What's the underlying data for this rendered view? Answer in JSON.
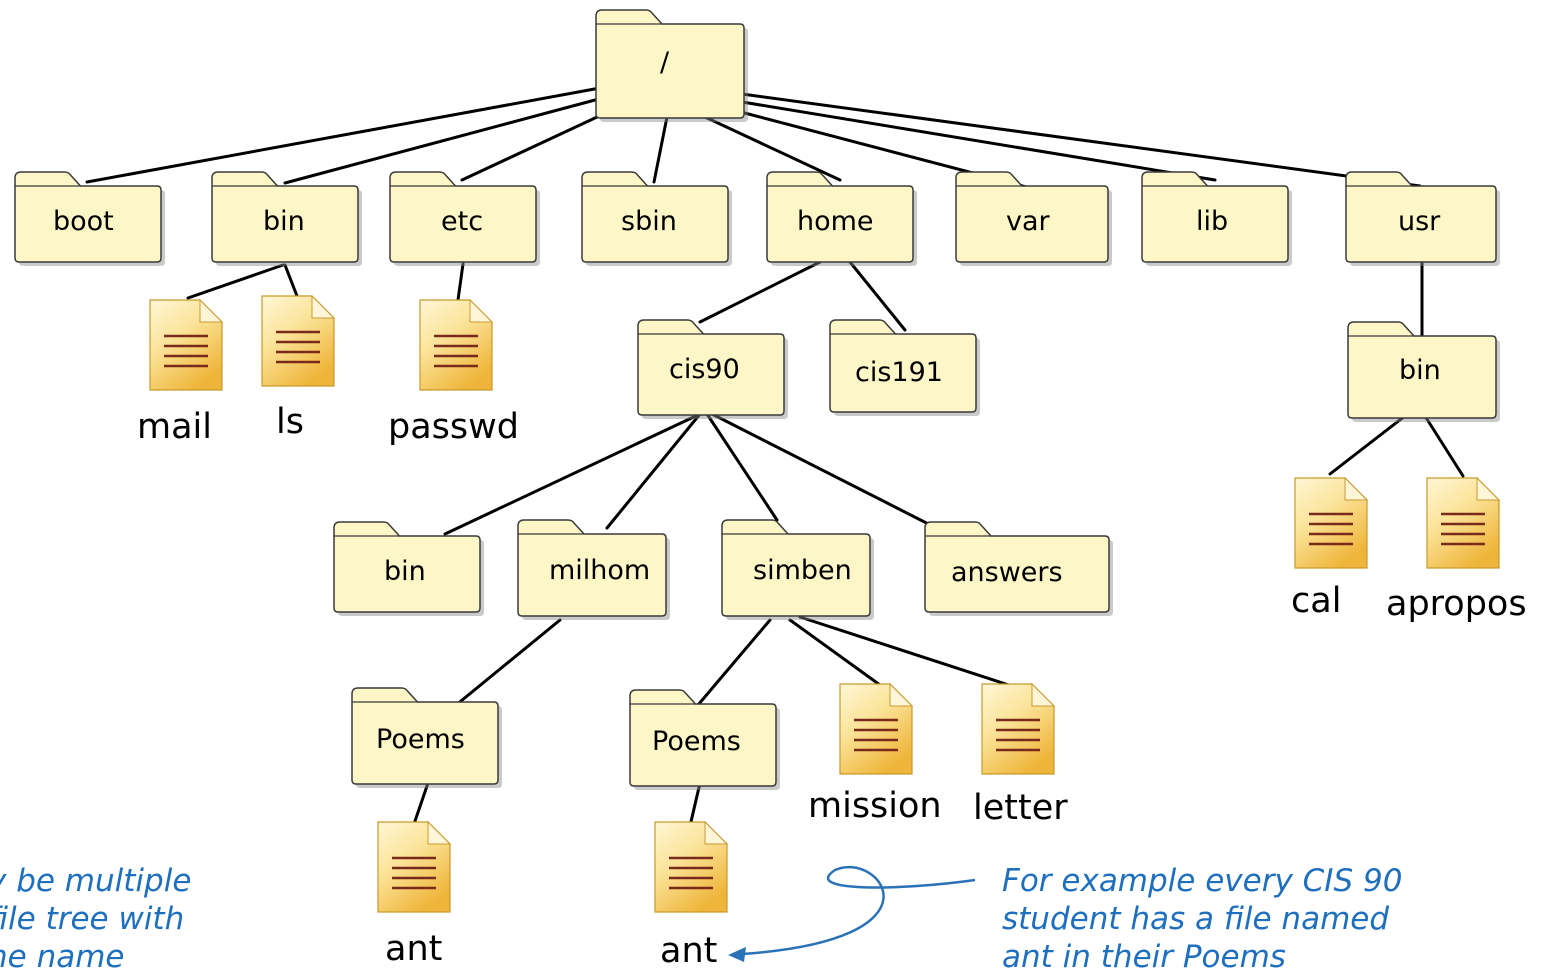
{
  "folders": {
    "root": "/",
    "boot": "boot",
    "bin": "bin",
    "etc": "etc",
    "sbin": "sbin",
    "home": "home",
    "var": "var",
    "lib": "lib",
    "usr": "usr",
    "usr_bin": "bin",
    "cis90": "cis90",
    "cis191": "cis191",
    "cis90_bin": "bin",
    "milhom": "milhom",
    "simben": "simben",
    "answers": "answers",
    "milhom_poems": "Poems",
    "simben_poems": "Poems"
  },
  "files": {
    "mail": "mail",
    "ls": "ls",
    "passwd": "passwd",
    "cal": "cal",
    "apropos": "apropos",
    "mission": "mission",
    "letter": "letter",
    "milhom_ant": "ant",
    "simben_ant": "ant"
  },
  "notes": {
    "left_lines": [
      "y be multiple",
      "file tree with",
      "ne name"
    ],
    "right_lines": [
      "For example every CIS 90",
      "student has a file named",
      "ant in their Poems"
    ]
  },
  "colors": {
    "folder_fill": "#fdf7c8",
    "folder_stroke": "#3a3a3a",
    "file_fill": "#f7c95a",
    "file_lines": "#7a2a1a",
    "note_text": "#1f6fbf",
    "connector": "#000000"
  },
  "icons": {
    "folder": "folder-icon",
    "file": "text-file-icon"
  }
}
